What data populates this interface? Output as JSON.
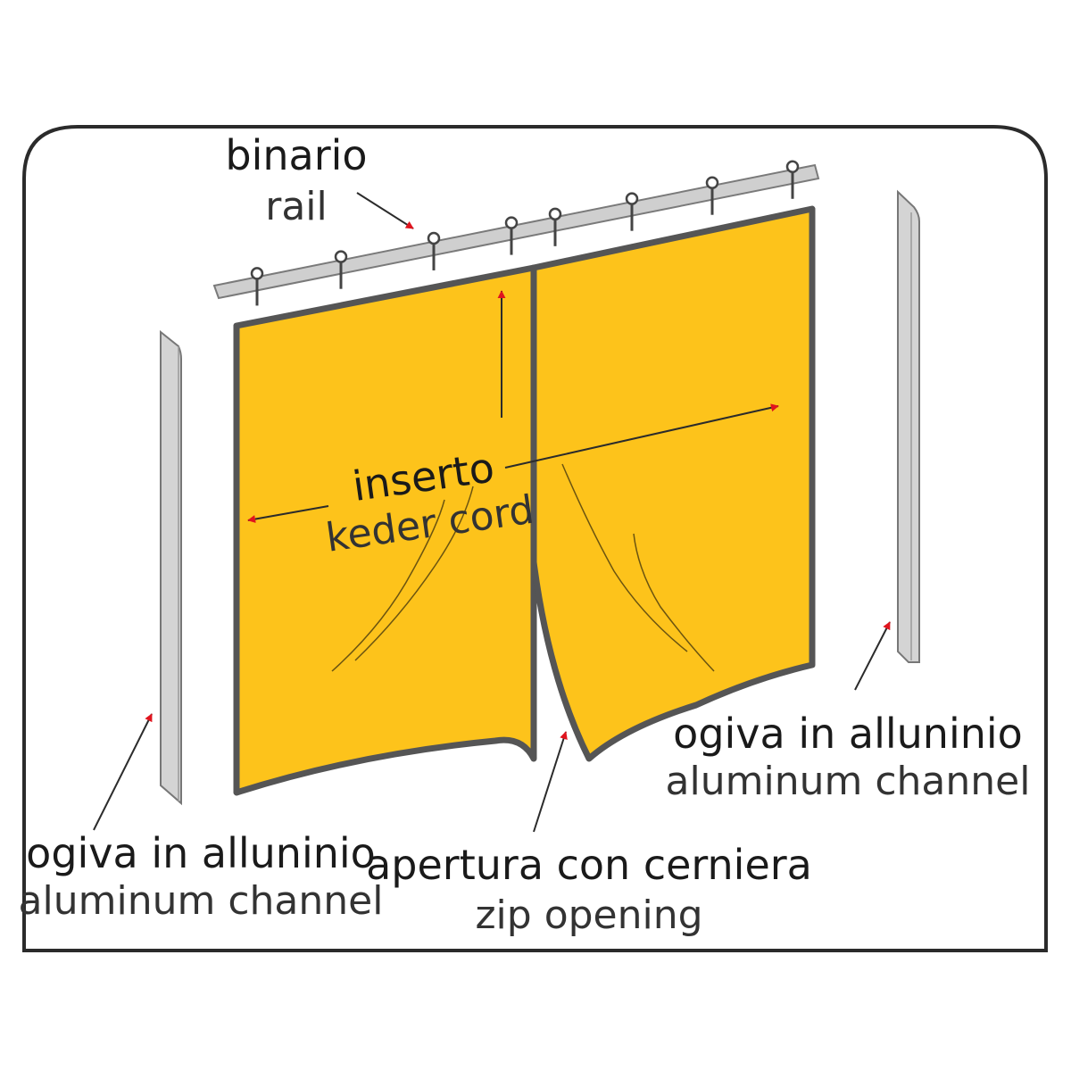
{
  "colors": {
    "curtain": "#FDC31B",
    "curtain_edge": "#555555",
    "rail": "#CFCFCF",
    "channel": "#D4D4D4",
    "arrow": "#E0141E",
    "frame": "#2b2b2b"
  },
  "labels": {
    "rail": {
      "it": "binario",
      "en": "rail"
    },
    "keder": {
      "it": "inserto",
      "en": "keder cord"
    },
    "channel_left": {
      "it": "ogiva in alluninio",
      "en": "aluminum channel"
    },
    "channel_right": {
      "it": "ogiva in alluninio",
      "en": "aluminum channel"
    },
    "zip": {
      "it": "apertura con cerniera",
      "en": "zip opening"
    }
  }
}
